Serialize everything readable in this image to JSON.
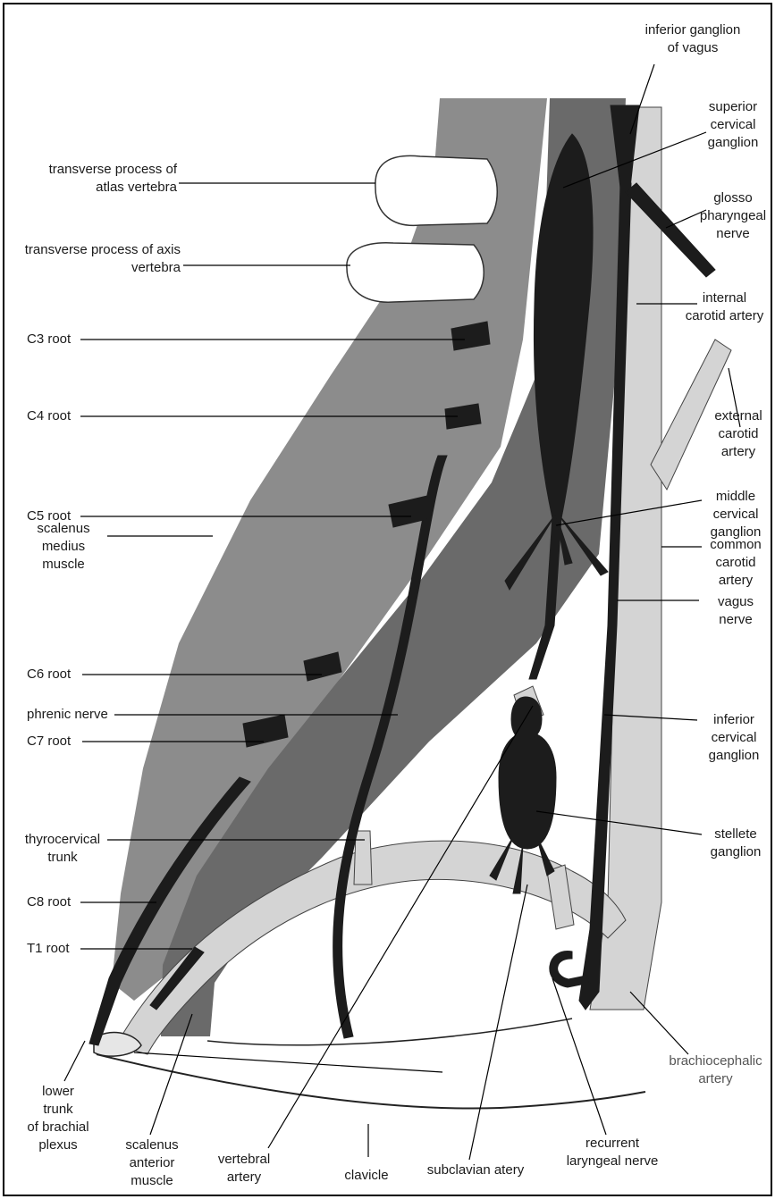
{
  "colors": {
    "background": "#ffffff",
    "frame": "#000000",
    "medius_muscle": "#8c8c8c",
    "anterior_muscle": "#6a6a6a",
    "dark_structures": "#1c1c1c",
    "artery": "#d4d4d4",
    "leader_line": "#000000"
  },
  "labels": {
    "inferior_ganglion_vagus": "inferior ganglion\nof vagus",
    "superior_cervical_ganglion": "superior\ncervical\nganglion",
    "glossopharyngeal_nerve": "glosso\npharyngeal\nnerve",
    "internal_carotid_artery": "internal\ncarotid artery",
    "external_carotid_artery": "external\ncarotid\nartery",
    "middle_cervical_ganglion": "middle\ncervical\nganglion",
    "common_carotid_artery": "common\ncarotid\nartery",
    "vagus_nerve": "vagus\nnerve",
    "inferior_cervical_ganglion": "inferior\ncervical\nganglion",
    "stellete_ganglion": "stellete\nganglion",
    "brachiocephalic_artery": "brachiocephalic\nartery",
    "transverse_atlas": "transverse process of\natlas vertebra",
    "transverse_axis": "transverse process of axis\nvertebra",
    "c3_root": "C3 root",
    "c4_root": "C4 root",
    "c5_root": "C5 root",
    "scalenus_medius": "scalenus\nmedius\nmuscle",
    "c6_root": "C6 root",
    "phrenic_nerve": "phrenic nerve",
    "c7_root": "C7 root",
    "thyrocervical_trunk": "thyrocervical\ntrunk",
    "c8_root": "C8 root",
    "t1_root": "T1 root",
    "lower_trunk": "lower\ntrunk\nof brachial\nplexus",
    "scalenus_anterior": "scalenus\nanterior\nmuscle",
    "vertebral_artery": "vertebral\nartery",
    "clavicle": "clavicle",
    "subclavian_artery": "subclavian atery",
    "recurrent_laryngeal": "recurrent\nlaryngeal nerve"
  }
}
